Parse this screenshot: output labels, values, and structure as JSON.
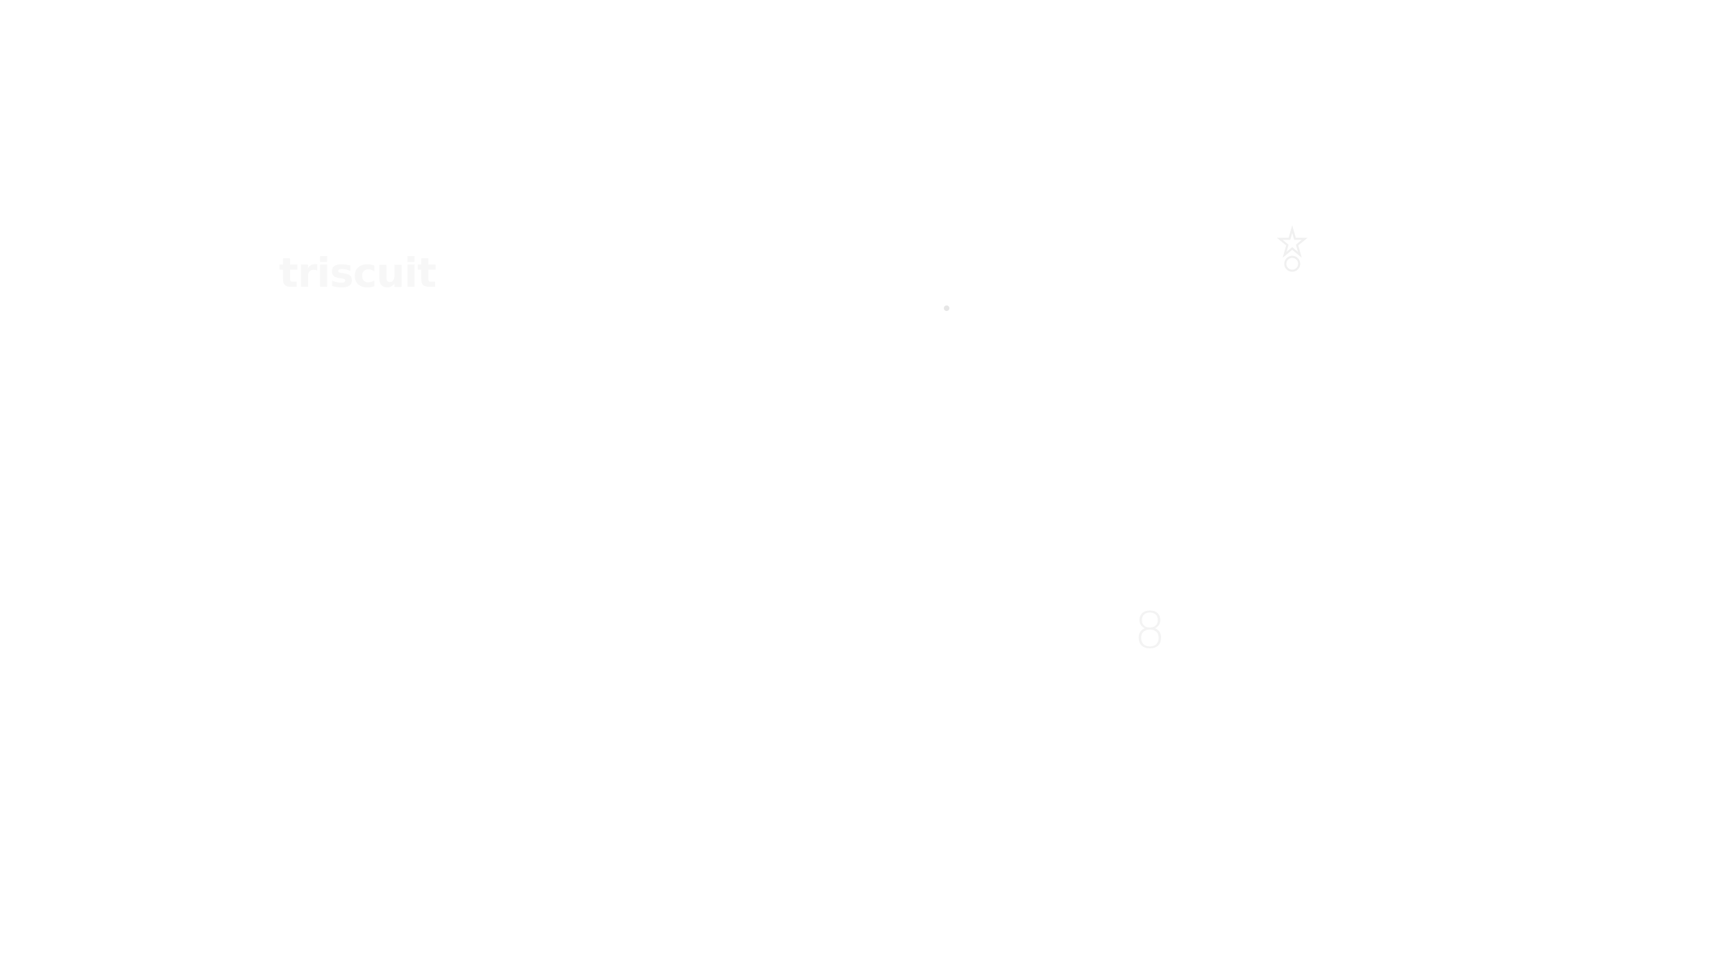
{
  "logos": {
    "left": {
      "icon": "triscuit-logo",
      "text": "triscuit"
    },
    "right": {
      "icon": "emblem-logo"
    }
  },
  "numeral": "8",
  "colors": {
    "background": "#ffffff",
    "faint_text": "#f5f5f5",
    "dot": "#e6e6e6"
  }
}
